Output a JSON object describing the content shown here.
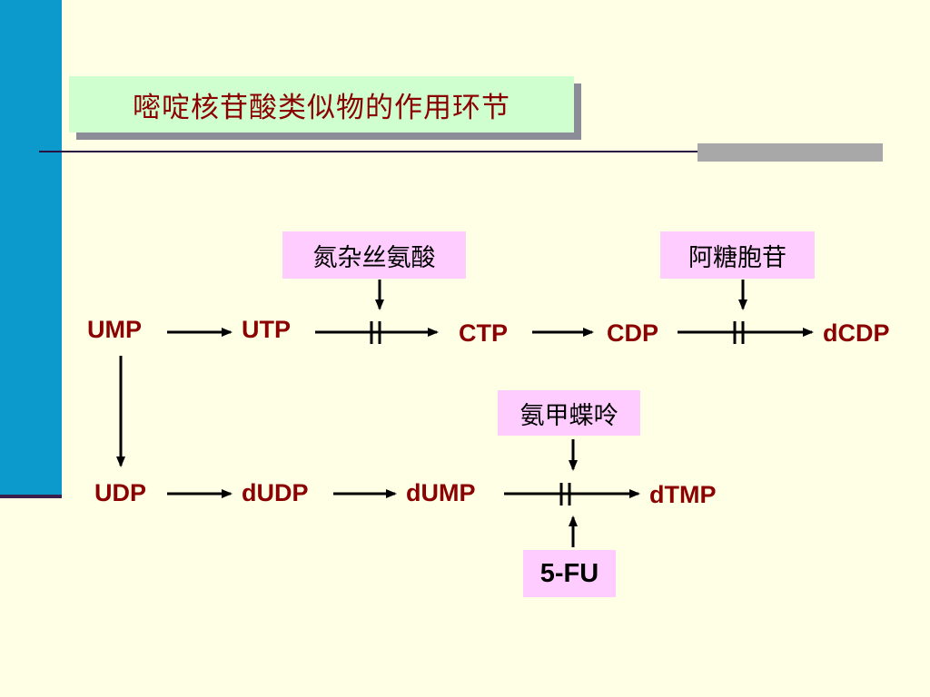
{
  "slide": {
    "title": "嘧啶核苷酸类似物的作用环节",
    "colors": {
      "accent_bar": "#0C99CC",
      "title_background": "#CFFFCF",
      "title_text": "#8B0000",
      "node_text": "#8B0000",
      "inhibitor_background": "#FFCCFF",
      "background": "#FFFFE5"
    }
  },
  "diagram": {
    "nodes": {
      "ump": "UMP",
      "utp": "UTP",
      "ctp": "CTP",
      "cdp": "CDP",
      "dcdp": "dCDP",
      "udp": "UDP",
      "dudp": "dUDP",
      "dump": "dUMP",
      "dtmp": "dTMP"
    },
    "inhibitors": {
      "azaserine": "氮杂丝氨酸",
      "cytarabine": "阿糖胞苷",
      "aminopterin": "氨甲蝶呤",
      "fluorouracil": "5-FU"
    }
  }
}
